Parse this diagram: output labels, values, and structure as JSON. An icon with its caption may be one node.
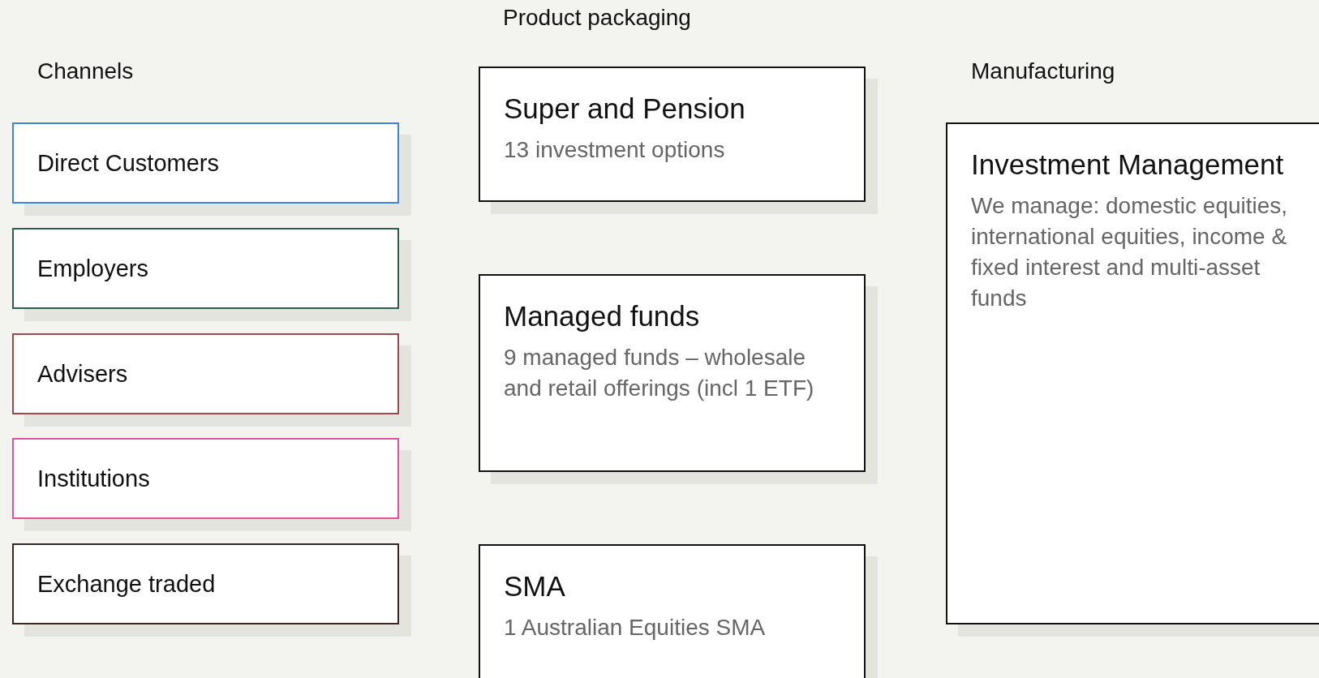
{
  "diagram": {
    "nodes": [
      {
        "text": [
          "Direct Customers"
        ]
      },
      {
        "text": [
          "Employers"
        ]
      },
      {
        "text": [
          "Advisers"
        ]
      },
      {
        "text": [
          "Institutions"
        ]
      },
      {
        "text": [
          "Exchange traded"
        ]
      },
      {
        "text": [
          "Super and Pension",
          "13 investment options"
        ]
      },
      {
        "text": [
          "Managed funds",
          "9 managed funds – wholesale and retail offerings (incl 1 ETF)"
        ]
      },
      {
        "text": [
          "SMA",
          "1 Australian Equities SMA"
        ]
      },
      {
        "text": [
          "Investment Management",
          "We manage: domestic equities, international equities, income & fixed interest and multi-asset funds"
        ]
      }
    ],
    "labels": [
      "Product packaging",
      "Channels",
      "Manufacturing"
    ]
  }
}
